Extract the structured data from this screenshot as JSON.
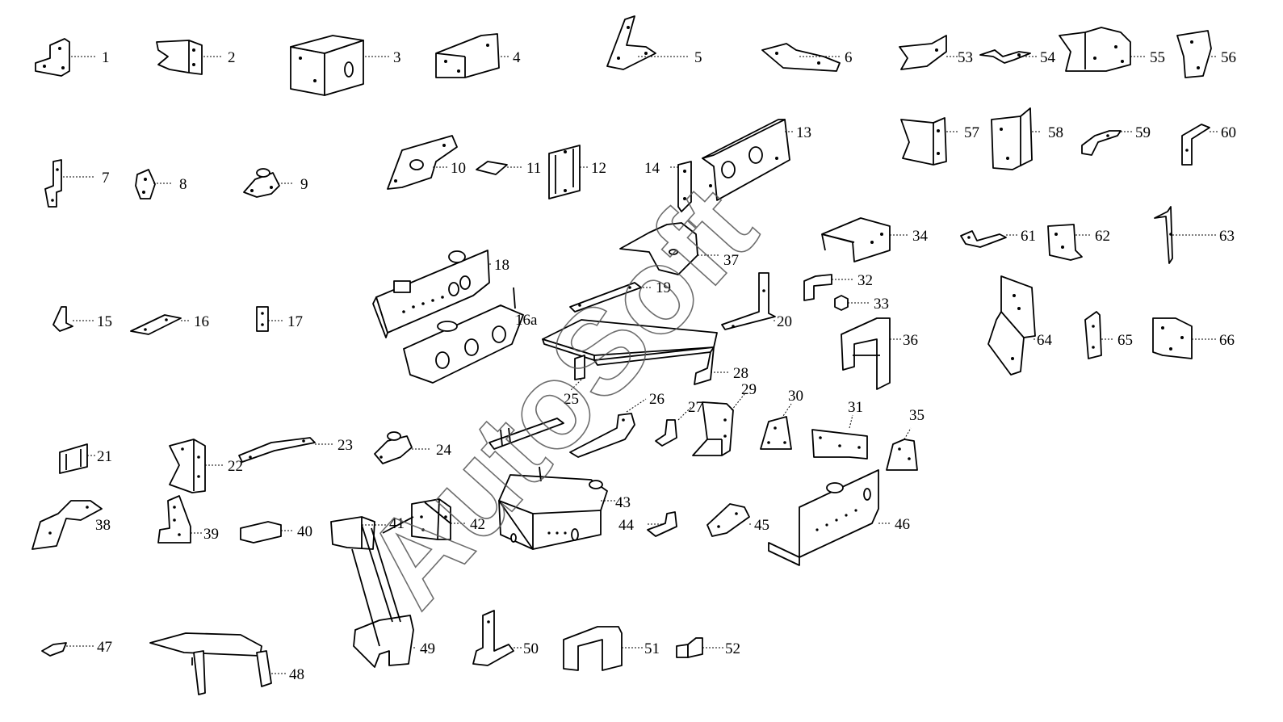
{
  "watermark": "AutoSoft",
  "colors": {
    "ink": "#000000",
    "background": "#ffffff",
    "watermark": "#555555"
  },
  "callouts": [
    {
      "label": "1"
    },
    {
      "label": "2"
    },
    {
      "label": "3"
    },
    {
      "label": "4"
    },
    {
      "label": "5"
    },
    {
      "label": "6"
    },
    {
      "label": "53"
    },
    {
      "label": "54"
    },
    {
      "label": "55"
    },
    {
      "label": "56"
    },
    {
      "label": "7"
    },
    {
      "label": "8"
    },
    {
      "label": "9"
    },
    {
      "label": "10"
    },
    {
      "label": "11"
    },
    {
      "label": "12"
    },
    {
      "label": "14"
    },
    {
      "label": "13"
    },
    {
      "label": "57"
    },
    {
      "label": "58"
    },
    {
      "label": "59"
    },
    {
      "label": "60"
    },
    {
      "label": "34"
    },
    {
      "label": "61"
    },
    {
      "label": "62"
    },
    {
      "label": "63"
    },
    {
      "label": "18"
    },
    {
      "label": "37"
    },
    {
      "label": "19"
    },
    {
      "label": "32"
    },
    {
      "label": "33"
    },
    {
      "label": "15"
    },
    {
      "label": "16"
    },
    {
      "label": "17"
    },
    {
      "label": "16a"
    },
    {
      "label": "20"
    },
    {
      "label": "36"
    },
    {
      "label": "64"
    },
    {
      "label": "65"
    },
    {
      "label": "66"
    },
    {
      "label": "28"
    },
    {
      "label": "25"
    },
    {
      "label": "26"
    },
    {
      "label": "27"
    },
    {
      "label": "29"
    },
    {
      "label": "30"
    },
    {
      "label": "31"
    },
    {
      "label": "35"
    },
    {
      "label": "21"
    },
    {
      "label": "22"
    },
    {
      "label": "23"
    },
    {
      "label": "24"
    },
    {
      "label": "38"
    },
    {
      "label": "39"
    },
    {
      "label": "40"
    },
    {
      "label": "41"
    },
    {
      "label": "42"
    },
    {
      "label": "43"
    },
    {
      "label": "44"
    },
    {
      "label": "45"
    },
    {
      "label": "46"
    },
    {
      "label": "47"
    },
    {
      "label": "48"
    },
    {
      "label": "49"
    },
    {
      "label": "50"
    },
    {
      "label": "51"
    },
    {
      "label": "52"
    }
  ]
}
